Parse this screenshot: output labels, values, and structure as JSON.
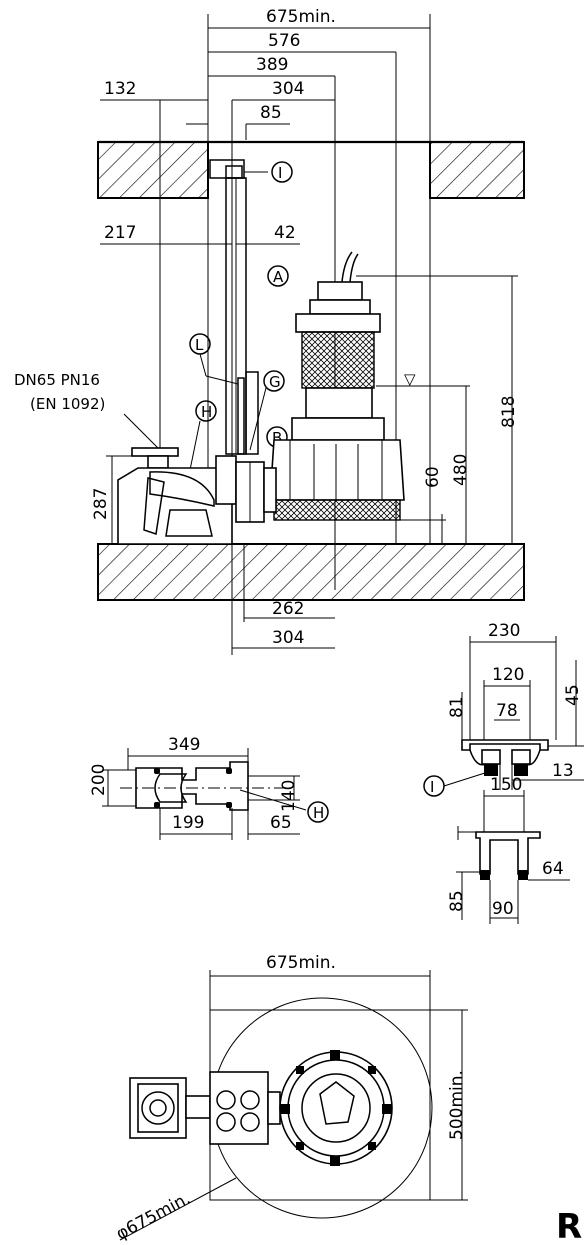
{
  "dimensions": {
    "top_675": "675min.",
    "top_576": "576",
    "top_389": "389",
    "top_304": "304",
    "top_85": "85",
    "left_132": "132",
    "left_217": "217",
    "mid_42": "42",
    "height_818": "818",
    "height_480": "480",
    "height_60": "60",
    "height_287": "287",
    "bottom_262": "262",
    "bottom_304": "304",
    "plan_349": "349",
    "plan_200": "200",
    "plan_140": "140",
    "plan_199": "199",
    "plan_65": "65",
    "bracket_230": "230",
    "bracket_120": "120",
    "bracket_78": "78",
    "bracket_81": "81",
    "bracket_45": "45",
    "bracket_13": "13",
    "guide_150": "150",
    "guide_85": "85",
    "guide_90": "90",
    "guide_64": "64",
    "pit_675": "675min.",
    "pit_500": "500min.",
    "pit_diameter": "φ675min."
  },
  "flange_label": {
    "line1": "DN65  PN16",
    "line2": "(EN 1092)"
  },
  "callouts": {
    "A": "A",
    "B": "B",
    "G": "G",
    "H": "H",
    "L": "L",
    "I": "I",
    "H_plan": "H",
    "I_bracket": "I"
  },
  "water_level_symbol": "▽",
  "corner_letter": "R"
}
